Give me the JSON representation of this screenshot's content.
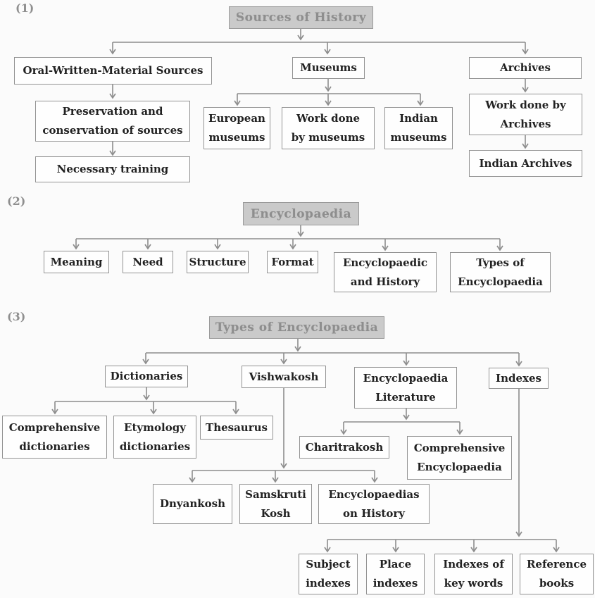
{
  "colors": {
    "page_bg": "#fbfbfb",
    "title_box_bg": "#cacaca",
    "title_box_text": "#8e8e8e",
    "box_border": "#939393",
    "box_text": "#222222",
    "connector": "#8d8d8d",
    "section_label": "#8f8f8f"
  },
  "sections": [
    {
      "label": "(1)",
      "title": "Sources of History",
      "nodes": {
        "oral_sources": "Oral-Written-Material Sources",
        "preservation": "Preservation and\nconservation of sources",
        "training": "Necessary training",
        "museums": "Museums",
        "european_museums": "European\nmuseums",
        "work_by_museums": "Work done\nby museums",
        "indian_museums": "Indian\nmuseums",
        "archives": "Archives",
        "work_by_archives": "Work done by\nArchives",
        "indian_archives": "Indian Archives"
      }
    },
    {
      "label": "(2)",
      "title": "Encyclopaedia",
      "nodes": {
        "meaning": "Meaning",
        "need": "Need",
        "structure": "Structure",
        "format": "Format",
        "encyclopaedic_and_history": "Encyclopaedic\nand History",
        "types_of_encyclopaedia": "Types of\nEncyclopaedia"
      }
    },
    {
      "label": "(3)",
      "title": "Types of Encyclopaedia",
      "nodes": {
        "dictionaries": "Dictionaries",
        "vishwakosh": "Vishwakosh",
        "encyclopaedia_literature": "Encyclopaedia\nLiterature",
        "indexes": "Indexes",
        "comprehensive_dictionaries": "Comprehensive\ndictionaries",
        "etymology_dictionaries": "Etymology\ndictionaries",
        "thesaurus": "Thesaurus",
        "charitrakosh": "Charitrakosh",
        "comprehensive_encyclopaedia": "Comprehensive\nEncyclopaedia",
        "dnyankosh": "Dnyankosh",
        "samskruti_kosh": "Samskruti\nKosh",
        "encyclopaedias_on_history": "Encyclopaedias\non History",
        "subject_indexes": "Subject\nindexes",
        "place_indexes": "Place\nindexes",
        "indexes_of_key_words": "Indexes of\nkey words",
        "reference_books": "Reference\nbooks"
      }
    }
  ]
}
